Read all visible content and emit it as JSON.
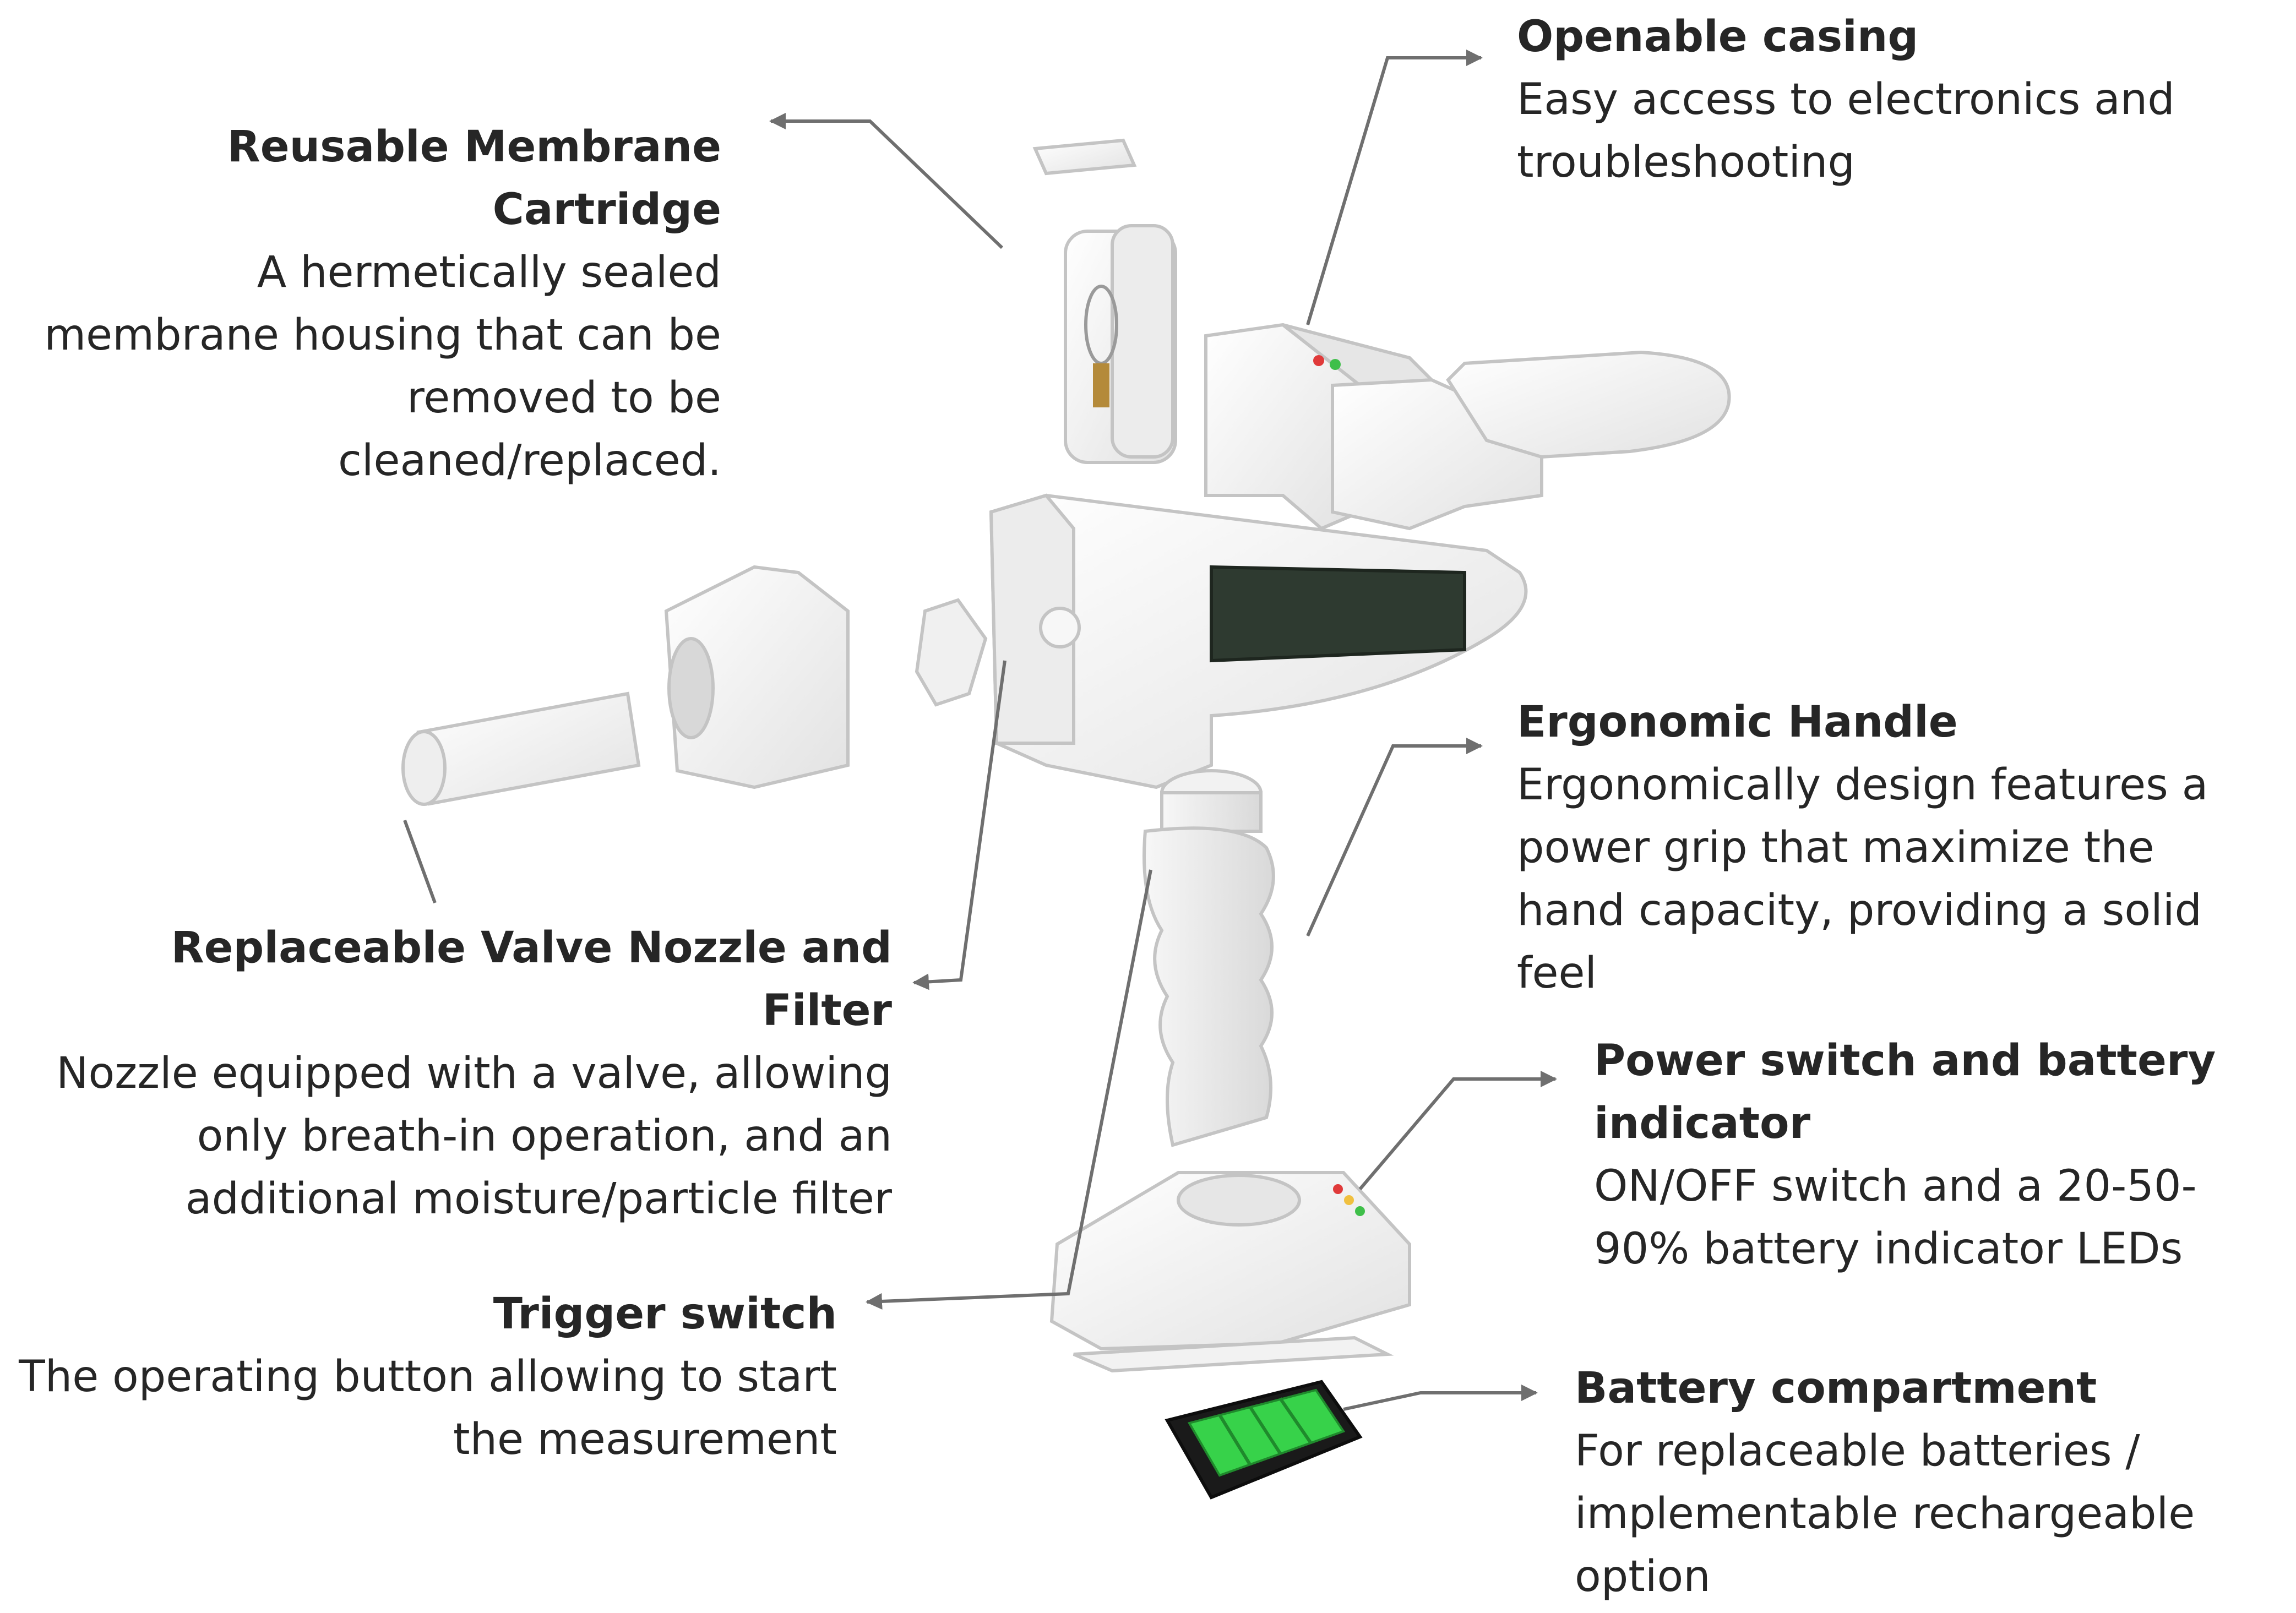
{
  "callouts": {
    "membrane": {
      "title": "Reusable Membrane Cartridge",
      "desc": "A hermetically sealed membrane housing that can be removed to be cleaned/replaced."
    },
    "casing": {
      "title": "Openable casing",
      "desc": "Easy access to electronics and troubleshooting"
    },
    "handle": {
      "title": "Ergonomic Handle",
      "desc": "Ergonomically design features a power grip that maximize the hand capacity, providing a solid feel"
    },
    "nozzle": {
      "title": "Replaceable Valve Nozzle and Filter",
      "desc": "Nozzle equipped with a valve, allowing only breath-in operation, and an additional moisture/particle filter"
    },
    "power": {
      "title": "Power switch and battery indicator",
      "desc": "ON/OFF switch and a 20-50-90% battery indicator LEDs"
    },
    "trigger": {
      "title": "Trigger switch",
      "desc": "The operating button allowing to start the measurement"
    },
    "battery": {
      "title": "Battery compartment",
      "desc": "For replaceable batteries / implementable rechargeable option"
    }
  },
  "colors": {
    "text": "#262626",
    "leader": "#6f6f6f",
    "part_fill": "#f4f4f4",
    "part_stroke": "#c8c8c8",
    "pcb": "#2e3a30",
    "led_red": "#e03a3a",
    "led_green": "#3fbf4a",
    "battery_cell": "#37d24a",
    "battery_case": "#1a1a1a"
  }
}
